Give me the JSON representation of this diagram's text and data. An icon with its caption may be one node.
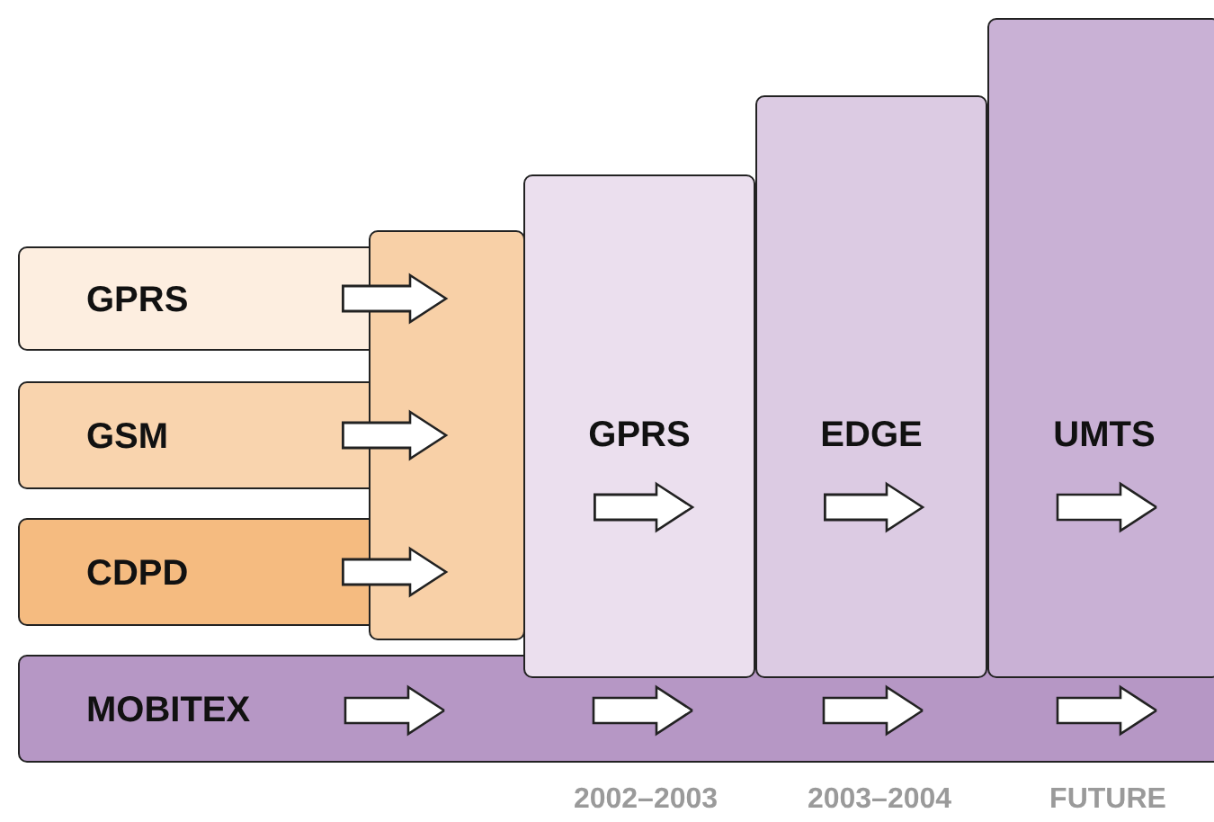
{
  "diagram": {
    "nodes": [
      {
        "text": [
          "GPRS"
        ]
      },
      {
        "text": [
          "GSM"
        ]
      },
      {
        "text": [
          "CDPD"
        ]
      },
      {
        "text": [],
        "shape": "box"
      },
      {
        "text": [
          "GPRS"
        ]
      },
      {
        "text": [
          "EDGE"
        ]
      },
      {
        "text": [
          "UMTS"
        ]
      },
      {
        "text": [
          "MOBITEX"
        ]
      }
    ],
    "edges": [
      {
        "from": 0,
        "to": 3,
        "arrow": "to"
      },
      {
        "from": 1,
        "to": 3,
        "arrow": "to"
      },
      {
        "from": 2,
        "to": 3,
        "arrow": "to"
      },
      {
        "from": 4,
        "to": 5,
        "arrow": "to"
      },
      {
        "from": 5,
        "to": 6,
        "arrow": "to"
      }
    ],
    "labels": [
      "2002–2003",
      "2003–2004",
      "FUTURE"
    ]
  }
}
